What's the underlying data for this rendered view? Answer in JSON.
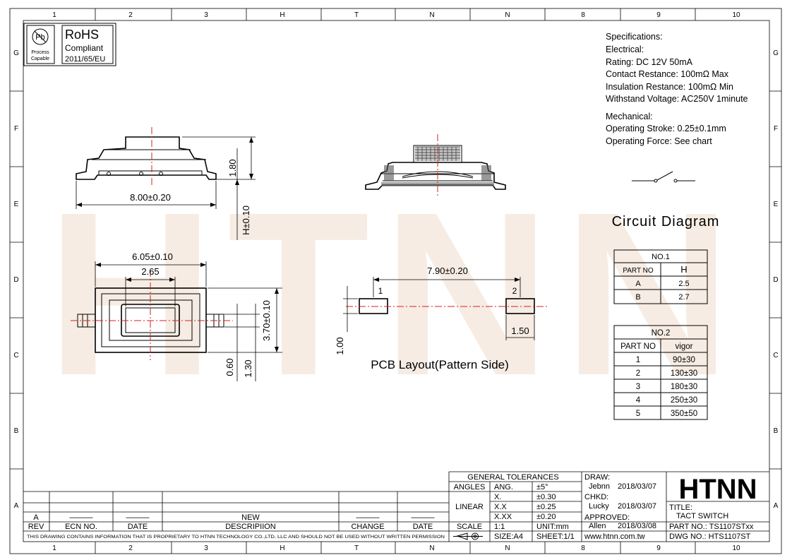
{
  "zones": {
    "columns": [
      "1",
      "2",
      "3",
      "H",
      "T",
      "N",
      "N",
      "8",
      "9",
      "10"
    ],
    "rows": [
      "G",
      "F",
      "E",
      "D",
      "C",
      "B",
      "A"
    ]
  },
  "rohs": {
    "logo_symbol": "Pb",
    "logo_line1": "Process",
    "logo_line2": "Capable",
    "title": "RoHS",
    "line1": "Compliant",
    "line2": "2011/65/EU"
  },
  "watermark": "HTNN",
  "specifications": {
    "heading": "Specifications:",
    "electrical": "Electrical:",
    "rating": "Rating: DC 12V 50mA",
    "contact_resistance": "Contact Restance: 100mΩ Max",
    "insulation_resistance": "Insulation Restance: 100mΩ Min",
    "withstand_voltage": "Withstand Voltage: AC250V 1minute",
    "mechanical": "Mechanical:",
    "operating_stroke": "Operating Stroke: 0.25±0.1mm",
    "operating_force": "Operating Force: See chart"
  },
  "circuit_diagram_label": "Circuit Diagram",
  "dimensions": {
    "width": "8.00±0.20",
    "height": "1.80",
    "h": "H±0.10",
    "body_width": "6.05±0.10",
    "actuator_width": "2.65",
    "body_depth": "3.70±0.10",
    "d060": "0.60",
    "d130": "1.30",
    "pcb_pitch": "7.90±0.20",
    "pad_width": "1.50",
    "pad_height": "1.00",
    "pin1": "1",
    "pin2": "2"
  },
  "pcb_layout_label": "PCB Layout(Pattern Side)",
  "table_no1": {
    "title": "NO.1",
    "headers": [
      "PART NO",
      "H"
    ],
    "rows": [
      [
        "A",
        "2.5"
      ],
      [
        "B",
        "2.7"
      ]
    ]
  },
  "table_no2": {
    "title": "NO.2",
    "headers": [
      "PART NO",
      "vigor"
    ],
    "rows": [
      [
        "1",
        "90±30"
      ],
      [
        "2",
        "130±30"
      ],
      [
        "3",
        "180±30"
      ],
      [
        "4",
        "250±30"
      ],
      [
        "5",
        "350±50"
      ]
    ]
  },
  "revision_block": {
    "row_a": {
      "rev": "A",
      "ecn": "———",
      "date": "———",
      "description": "NEW",
      "change": "———",
      "cdate": "———"
    },
    "headers": {
      "rev": "REV",
      "ecn": "ECN NO.",
      "date": "DATE",
      "description": "DESCRIPIION",
      "change": "CHANGE",
      "cdate": "DATE"
    },
    "notice": "THIS DRAWING CONTAINS INFORMATION THAT IS PROPRIETARY TO HTNN TECHNOLOGY CO.,LTD, LLC AND SHOULD NOT BE USED WITHOUT WRITTEN PERMISSION"
  },
  "tolerances": {
    "title": "GENERAL TOLERANCES",
    "angles": "ANGLES",
    "ang": "ANG.",
    "ang_val": "±5°",
    "linear": "LINEAR",
    "x": "X.",
    "x_val": "±0.30",
    "xx": "X.X",
    "xx_val": "±0.25",
    "xxx": "X.XX",
    "xxx_val": "±0.20",
    "scale_label": "SCALE",
    "scale": "1:1",
    "unit": "UNIT:mm",
    "size": "SIZE:A4",
    "sheet": "SHEET:1/1"
  },
  "approvals": {
    "draw_label": "DRAW:",
    "draw_name": "Jebnn",
    "draw_date": "2018/03/07",
    "chkd_label": "CHKD:",
    "chkd_name": "Lucky",
    "chkd_date": "2018/03/07",
    "approved_label": "APPROVED:",
    "approved_name": "Allen",
    "approved_date": "2018/03/08",
    "website": "www.htnn.com.tw"
  },
  "title_block": {
    "logo": "HTNN",
    "title_label": "TITLE:",
    "title": "TACT SWITCH",
    "part_no": "PART NO.: TS1107STxx",
    "dwg_no": "DWG NO.: HTS1107ST"
  }
}
